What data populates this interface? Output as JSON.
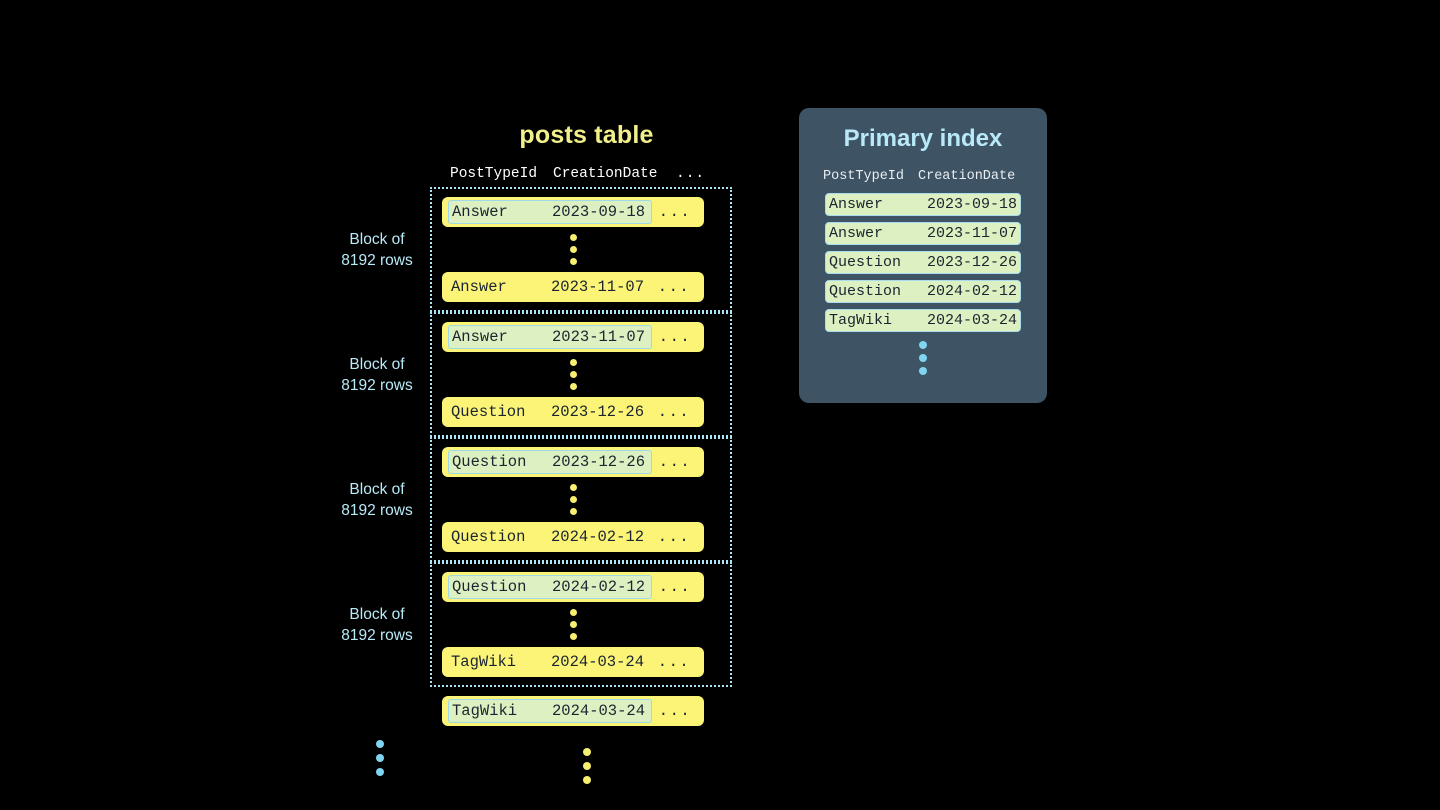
{
  "background_color": "#000000",
  "posts_table": {
    "title": "posts table",
    "title_color": "#f2f08a",
    "columns": [
      "PostTypeId",
      "CreationDate",
      "..."
    ],
    "ellipsis_cell": "...",
    "block_label_line1": "Block of",
    "block_label_line2": "8192 rows",
    "block_label_color": "#b8eaf7",
    "row_color": "#fbf477",
    "row_text_color": "#1b2430",
    "highlight_bg": "#ddf0c2",
    "highlight_border": "#9fd8e8",
    "block_border_color": "#a8e4f5",
    "blocks": [
      {
        "label_line1": "Block of",
        "label_line2": "8192 rows",
        "first_row": {
          "post_type_id": "Answer",
          "creation_date": "2023-09-18",
          "more": "...",
          "highlighted": true
        },
        "last_row": {
          "post_type_id": "Answer",
          "creation_date": "2023-11-07",
          "more": "...",
          "highlighted": false
        }
      },
      {
        "label_line1": "Block of",
        "label_line2": "8192 rows",
        "first_row": {
          "post_type_id": "Answer",
          "creation_date": "2023-11-07",
          "more": "...",
          "highlighted": true
        },
        "last_row": {
          "post_type_id": "Question",
          "creation_date": "2023-12-26",
          "more": "...",
          "highlighted": false
        }
      },
      {
        "label_line1": "Block of",
        "label_line2": "8192 rows",
        "first_row": {
          "post_type_id": "Question",
          "creation_date": "2023-12-26",
          "more": "...",
          "highlighted": true
        },
        "last_row": {
          "post_type_id": "Question",
          "creation_date": "2024-02-12",
          "more": "...",
          "highlighted": false
        }
      },
      {
        "label_line1": "Block of",
        "label_line2": "8192 rows",
        "first_row": {
          "post_type_id": "Question",
          "creation_date": "2024-02-12",
          "more": "...",
          "highlighted": true
        },
        "last_row": {
          "post_type_id": "TagWiki",
          "creation_date": "2024-03-24",
          "more": "...",
          "highlighted": false
        }
      }
    ],
    "trailing_row": {
      "post_type_id": "TagWiki",
      "creation_date": "2024-03-24",
      "more": "...",
      "highlighted": true
    }
  },
  "primary_index": {
    "title": "Primary index",
    "title_color": "#b9e9f8",
    "panel_color": "#3e5364",
    "columns": [
      "PostTypeId",
      "CreationDate"
    ],
    "row_bg": "#ddf0c2",
    "row_border": "#a9dcea",
    "rows": [
      {
        "post_type_id": "Answer",
        "creation_date": "2023-09-18"
      },
      {
        "post_type_id": "Answer",
        "creation_date": "2023-11-07"
      },
      {
        "post_type_id": "Question",
        "creation_date": "2023-12-26"
      },
      {
        "post_type_id": "Question",
        "creation_date": "2024-02-12"
      },
      {
        "post_type_id": "TagWiki",
        "creation_date": "2024-03-24"
      }
    ]
  }
}
